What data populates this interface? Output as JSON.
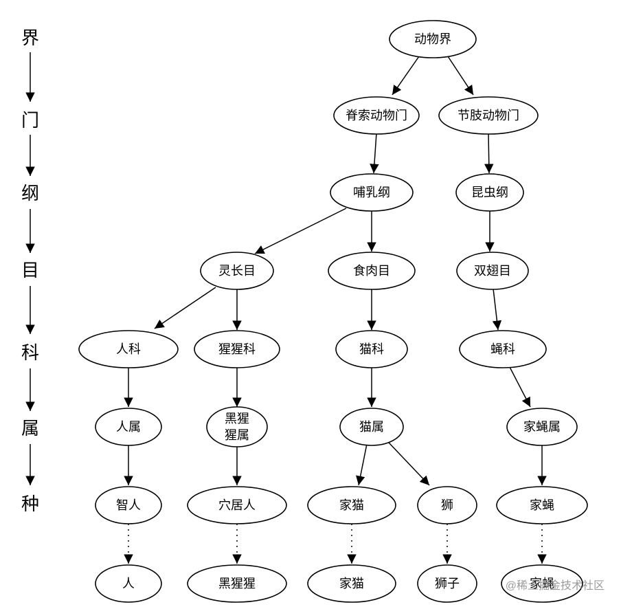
{
  "ranks": [
    "界",
    "门",
    "纲",
    "目",
    "科",
    "属",
    "种"
  ],
  "nodes": {
    "animalia": "动物界",
    "chordata": "脊索动物门",
    "arthropoda": "节肢动物门",
    "mammalia": "哺乳纲",
    "insecta": "昆虫纲",
    "primates": "灵长目",
    "carnivora": "食肉目",
    "diptera": "双翅目",
    "hominidae": "人科",
    "pongidae": "猩猩科",
    "felidae": "猫科",
    "muscidae": "蝇科",
    "homo": "人属",
    "pan": "黑猩猩属",
    "felis": "猫属",
    "musca": "家蝇属",
    "homo_sapiens": "智人",
    "pan_troglodytes": "穴居人",
    "felis_catus": "家猫",
    "panthera_leo": "狮",
    "musca_domestica": "家蝇",
    "common_human": "人",
    "common_chimp": "黑猩猩",
    "common_cat": "家猫",
    "common_lion": "狮子",
    "common_fly": "家蝇"
  },
  "watermark": "@稀土掘金技术社区"
}
